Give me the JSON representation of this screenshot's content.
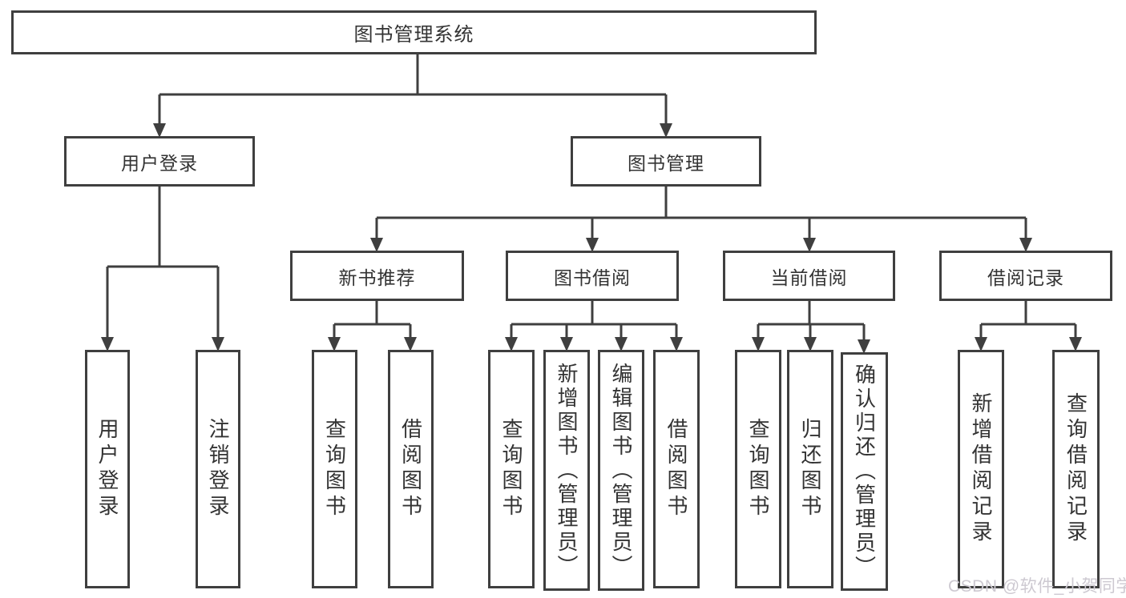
{
  "diagram_title": "图书管理系统",
  "tree": {
    "root": {
      "label": "图书管理系统",
      "children": [
        {
          "label": "用户登录",
          "children": [
            {
              "label": "用户登录"
            },
            {
              "label": "注销登录"
            }
          ]
        },
        {
          "label": "图书管理",
          "children": [
            {
              "label": "新书推荐",
              "children": [
                {
                  "label": "查询图书"
                },
                {
                  "label": "借阅图书"
                }
              ]
            },
            {
              "label": "图书借阅",
              "children": [
                {
                  "label": "查询图书"
                },
                {
                  "label": "新增图书（管理员）"
                },
                {
                  "label": "编辑图书（管理员）"
                },
                {
                  "label": "借阅图书"
                }
              ]
            },
            {
              "label": "当前借阅",
              "children": [
                {
                  "label": "查询图书"
                },
                {
                  "label": "归还图书"
                },
                {
                  "label": "确认归还（管理员）"
                }
              ]
            },
            {
              "label": "借阅记录",
              "children": [
                {
                  "label": "新增借阅记录"
                },
                {
                  "label": "查询借阅记录"
                }
              ]
            }
          ]
        }
      ]
    }
  },
  "watermark": {
    "text": "CSDN @软件_小贺同学"
  },
  "colors": {
    "line": "#3f3f3f",
    "text": "#333333",
    "background": "#ffffff",
    "watermark": "#cdc9d1"
  }
}
